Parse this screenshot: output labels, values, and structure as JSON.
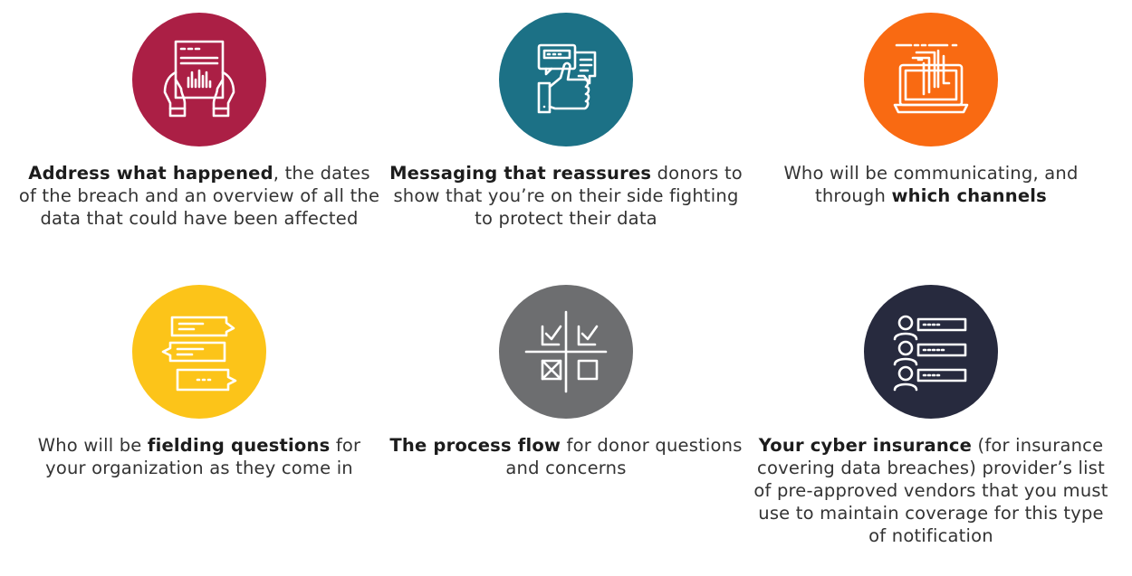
{
  "colors": {
    "crimson": "#ab1f45",
    "teal": "#1c7186",
    "orange": "#f96a12",
    "yellow": "#fcc419",
    "gray": "#6d6e70",
    "navy": "#272a3e"
  },
  "items": [
    {
      "icon": "report-document-icon",
      "color": "#ab1f45",
      "parts": [
        {
          "bold": "Address what happened",
          "normal": ", the dates of the breach and an overview of all the data that could have been affected"
        }
      ]
    },
    {
      "icon": "thumbs-up-chat-icon",
      "color": "#1c7186",
      "parts": [
        {
          "bold": "Messaging that reassures",
          "normal": " donors to show that you’re on their side fighting to protect their data"
        }
      ]
    },
    {
      "icon": "laptop-channels-icon",
      "color": "#f96a12",
      "parts": [
        {
          "normal": "Who will be communicating, and through ",
          "bold": "which channels"
        }
      ]
    },
    {
      "icon": "chat-bubbles-icon",
      "color": "#fcc419",
      "parts": [
        {
          "normal": "Who will be ",
          "bold": "fielding questions",
          "after": " for your organization as they come in"
        }
      ]
    },
    {
      "icon": "checklist-grid-icon",
      "color": "#6d6e70",
      "parts": [
        {
          "bold": "The process flow",
          "normal": " for donor questions and concerns"
        }
      ]
    },
    {
      "icon": "people-list-icon",
      "color": "#272a3e",
      "parts": [
        {
          "bold": "Your cyber insurance",
          "normal": " (for insurance covering data breaches) provider’s list of pre-approved vendors that you must use to maintain coverage for this type of notification"
        }
      ]
    }
  ]
}
